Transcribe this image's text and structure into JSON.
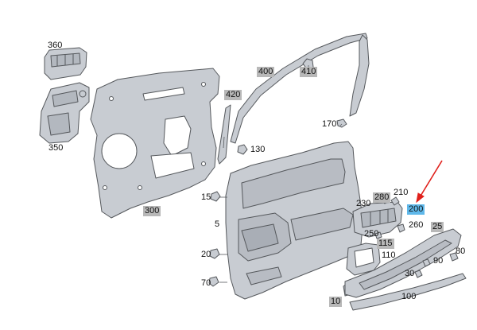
{
  "colors": {
    "part_fill": "#c8ccd2",
    "part_stroke": "#55585c",
    "callout_box": "#b8b8b8",
    "selected_box": "#5fb8ea",
    "pointer_arrow": "#e0201b"
  },
  "callouts": [
    {
      "id": "360",
      "text": "360",
      "boxed": false,
      "selected": false
    },
    {
      "id": "350",
      "text": "350",
      "boxed": false,
      "selected": false
    },
    {
      "id": "300",
      "text": "300",
      "boxed": true,
      "selected": false
    },
    {
      "id": "400",
      "text": "400",
      "boxed": true,
      "selected": false
    },
    {
      "id": "410",
      "text": "410",
      "boxed": true,
      "selected": false
    },
    {
      "id": "420",
      "text": "420",
      "boxed": true,
      "selected": false
    },
    {
      "id": "170",
      "text": "170",
      "boxed": false,
      "selected": false
    },
    {
      "id": "130",
      "text": "130",
      "boxed": false,
      "selected": false
    },
    {
      "id": "15",
      "text": "15",
      "boxed": false,
      "selected": false
    },
    {
      "id": "5",
      "text": "5",
      "boxed": false,
      "selected": false
    },
    {
      "id": "20",
      "text": "20",
      "boxed": false,
      "selected": false
    },
    {
      "id": "70",
      "text": "70",
      "boxed": false,
      "selected": false
    },
    {
      "id": "10",
      "text": "10",
      "boxed": true,
      "selected": false
    },
    {
      "id": "100",
      "text": "100",
      "boxed": false,
      "selected": false
    },
    {
      "id": "280",
      "text": "280",
      "boxed": true,
      "selected": false
    },
    {
      "id": "210",
      "text": "210",
      "boxed": false,
      "selected": false
    },
    {
      "id": "230",
      "text": "230",
      "boxed": false,
      "selected": false
    },
    {
      "id": "200",
      "text": "200",
      "boxed": false,
      "selected": true
    },
    {
      "id": "250",
      "text": "250",
      "boxed": false,
      "selected": false
    },
    {
      "id": "260",
      "text": "260",
      "boxed": false,
      "selected": false
    },
    {
      "id": "115",
      "text": "115",
      "boxed": true,
      "selected": false
    },
    {
      "id": "110",
      "text": "110",
      "boxed": false,
      "selected": false
    },
    {
      "id": "25",
      "text": "25",
      "boxed": true,
      "selected": false
    },
    {
      "id": "80",
      "text": "80",
      "boxed": false,
      "selected": false
    },
    {
      "id": "90",
      "text": "90",
      "boxed": false,
      "selected": false
    },
    {
      "id": "30",
      "text": "30",
      "boxed": false,
      "selected": false
    }
  ]
}
